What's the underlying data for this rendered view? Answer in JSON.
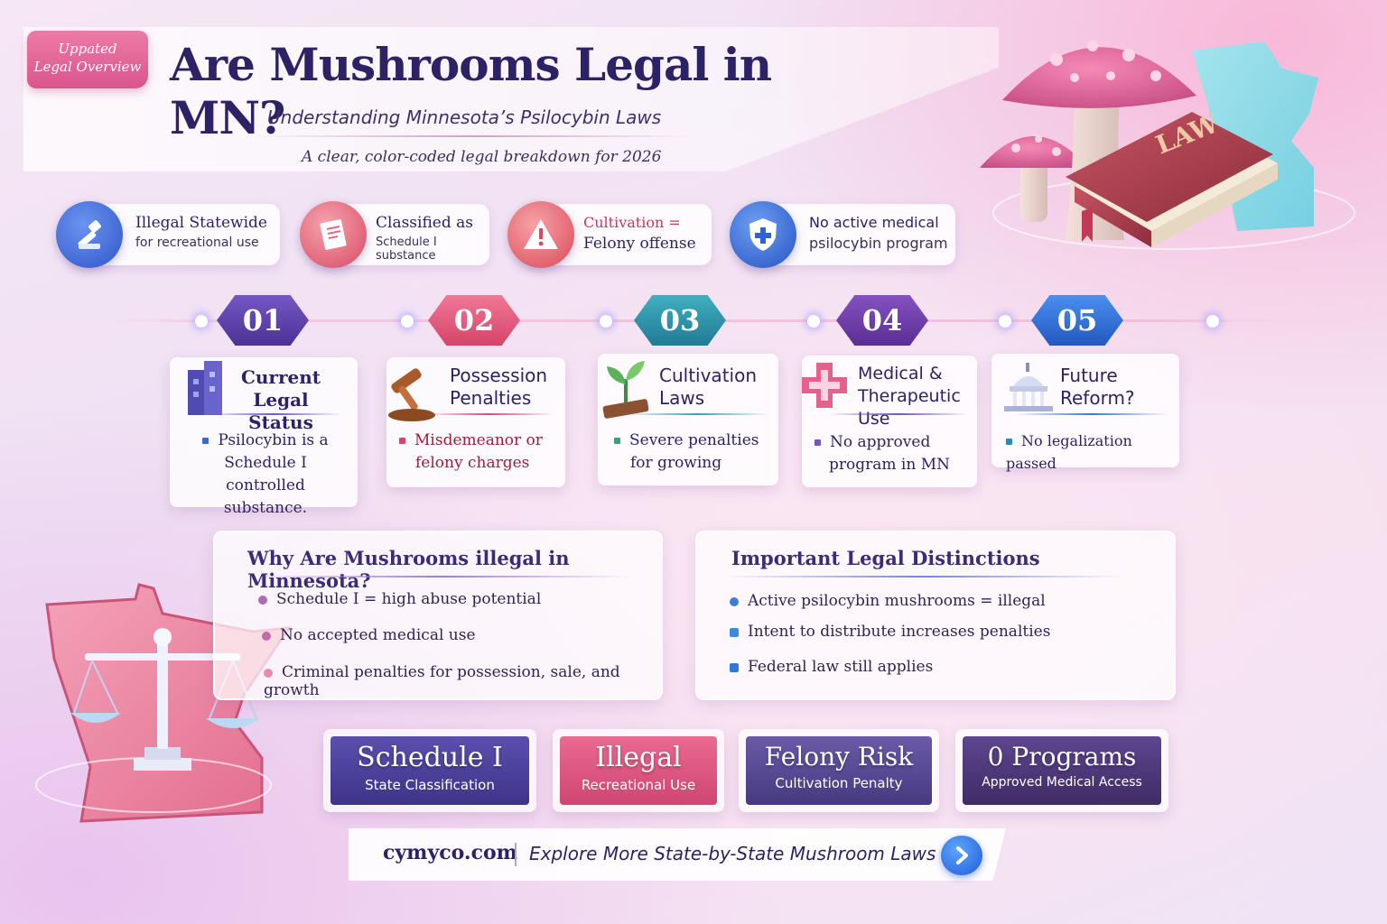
{
  "header": {
    "badge": [
      "Uppated",
      "Legal Overview"
    ],
    "title": "Are Mushrooms Legal in MN?",
    "subtitle": "Understanding Minnesota’s Psilocybin Laws",
    "tagline": "A clear, color-coded legal breakdown for 2026"
  },
  "hero": {
    "book_label": "LAW"
  },
  "facts": [
    {
      "title": "Illegal Statewide",
      "sub": "for recreational use",
      "icon": "gavel-icon",
      "color": "#3c68d6"
    },
    {
      "title": "Classified as",
      "sub": "Schedule I substance",
      "icon": "document-icon",
      "color": "#e0566d"
    },
    {
      "title": "Cultivation =",
      "sub": "Felony offense",
      "icon": "warning-icon",
      "color": "#e05562"
    },
    {
      "title": "No active medical",
      "sub": "psilocybin program",
      "icon": "medical-shield-icon",
      "color": "#2f63d3"
    }
  ],
  "steps": [
    {
      "num": "01",
      "title": [
        "Current Legal",
        "Status"
      ],
      "bullet": [
        "Psilocybin is a",
        "Schedule I controlled",
        "substance."
      ],
      "color": "#5b3fa8",
      "bullet_color": "#2e2266",
      "dot_color": "#3c68d6",
      "icon": "building-icon"
    },
    {
      "num": "02",
      "title": [
        "Possession",
        "Penalties"
      ],
      "bullet": [
        "Misdemeanor or",
        "felony charges"
      ],
      "color": "#e05470",
      "bullet_color": "#9b1f3c",
      "dot_color": "#d8486b",
      "icon": "gavel-icon"
    },
    {
      "num": "03",
      "title": [
        "Cultivation",
        "Laws"
      ],
      "bullet": [
        "Severe penalties",
        "for growing"
      ],
      "color": "#2a8aa0",
      "bullet_color": "#2e2266",
      "dot_color": "#3f9c7c",
      "icon": "plant-icon"
    },
    {
      "num": "04",
      "title": [
        "Medical &",
        "Therapeutic Use"
      ],
      "bullet": [
        "No approved",
        "program in MN"
      ],
      "color": "#6a3aa0",
      "bullet_color": "#2e2266",
      "dot_color": "#7754b8",
      "icon": "medical-cross-icon"
    },
    {
      "num": "05",
      "title": [
        "Future",
        "Reform?"
      ],
      "bullet": [
        "No legalization passed"
      ],
      "color": "#2a64c8",
      "bullet_color": "#2e2266",
      "dot_color": "#2f8ab0",
      "icon": "capitol-icon"
    }
  ],
  "why_panel": {
    "title": "Why Are Mushrooms illegal in Minnesota?",
    "items": [
      "Schedule I = high abuse potential",
      "No accepted medical use",
      "Criminal penalties for possession, sale, and growth"
    ],
    "dot_colors": [
      "#b06ab8",
      "#c56aa8",
      "#e48cb4"
    ]
  },
  "distinctions_panel": {
    "title": "Important Legal Distinctions",
    "items": [
      "Active psilocybin mushrooms = illegal",
      "Intent to distribute increases penalties",
      "Federal law still applies"
    ],
    "dot_colors": [
      "#3c7ed8",
      "#3c8be0",
      "#2f7ad8"
    ]
  },
  "stats": [
    {
      "value": "Schedule I",
      "label": "State Classification",
      "color": "#4a3f9a"
    },
    {
      "value": "Illegal",
      "label": "Recreational Use",
      "color": "#d9507a"
    },
    {
      "value": "Felony Risk",
      "label": "Cultivation Penalty",
      "color": "#54468e"
    },
    {
      "value": "0 Programs",
      "label": "Approved Medical Access",
      "color": "#4a3470"
    }
  ],
  "footer": {
    "site": "cymyco.com",
    "cta": "Explore More State-by-State Mushroom Laws",
    "icon": "chevron-right-icon"
  }
}
